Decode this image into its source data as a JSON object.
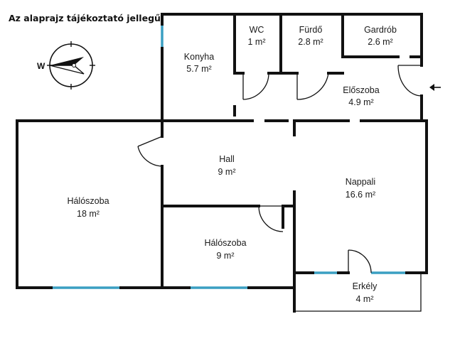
{
  "note": "Az alaprajz tájékoztató jellegű!",
  "compass": {
    "direction_label": "W"
  },
  "rooms": {
    "wc": {
      "name": "WC",
      "area": "1 m²"
    },
    "furdo": {
      "name": "Fürdő",
      "area": "2.8 m²"
    },
    "gardrob": {
      "name": "Gardrób",
      "area": "2.6 m²"
    },
    "konyha": {
      "name": "Konyha",
      "area": "5.7 m²"
    },
    "eloszoba": {
      "name": "Előszoba",
      "area": "4.9 m²"
    },
    "hall": {
      "name": "Hall",
      "area": "9 m²"
    },
    "haloszoba_nagy": {
      "name": "Hálószoba",
      "area": "18 m²"
    },
    "nappali": {
      "name": "Nappali",
      "area": "16.6 m²"
    },
    "haloszoba_kicsi": {
      "name": "Hálószoba",
      "area": "9 m²"
    },
    "erkely": {
      "name": "Erkély",
      "area": "4 m²"
    }
  },
  "colors": {
    "wall": "#111111",
    "window": "#3a9fc2",
    "text": "#1a1a1a"
  }
}
